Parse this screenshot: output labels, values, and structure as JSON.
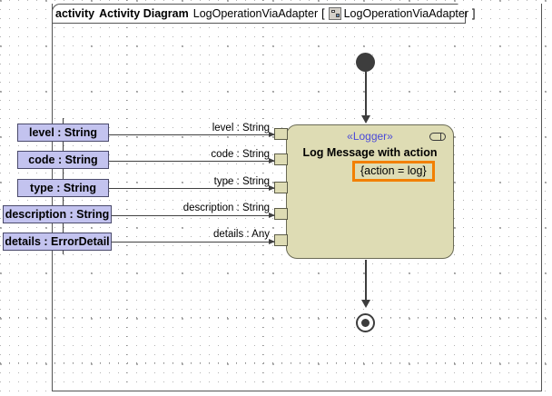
{
  "frame": {
    "keyword": "activity",
    "diagram_kind": "Activity Diagram",
    "name": "LogOperationViaAdapter",
    "bracket_open": "[",
    "bracket_close": "]",
    "context_icon": "activity-diagram-icon",
    "context_name": "LogOperationViaAdapter"
  },
  "activity": {
    "stereotype": "«Logger»",
    "title": "Log Message with action",
    "constraint": "{action = log}",
    "rake_icon": "sub-activity-rake-icon",
    "fill_color": "#dedcb4",
    "border_color": "#6b6b56",
    "constraint_border_color": "#f28000",
    "stereotype_color": "#4a4ad8"
  },
  "nodes": {
    "initial": "initial-node",
    "final": "activity-final-node"
  },
  "parameters": [
    {
      "label": "level : String",
      "edge_label": "level : String"
    },
    {
      "label": "code : String",
      "edge_label": "code : String"
    },
    {
      "label": "type : String",
      "edge_label": "type : String"
    },
    {
      "label": "description : String",
      "edge_label": "description : String"
    },
    {
      "label": "details : ErrorDetail",
      "edge_label": "details : Any"
    }
  ],
  "colors": {
    "parameter_fill": "#c3c3ef",
    "parameter_border": "#4a4a6b",
    "node_fill": "#dedcb4",
    "accent_orange": "#f28000",
    "stereotype_blue": "#4a4ad8"
  }
}
